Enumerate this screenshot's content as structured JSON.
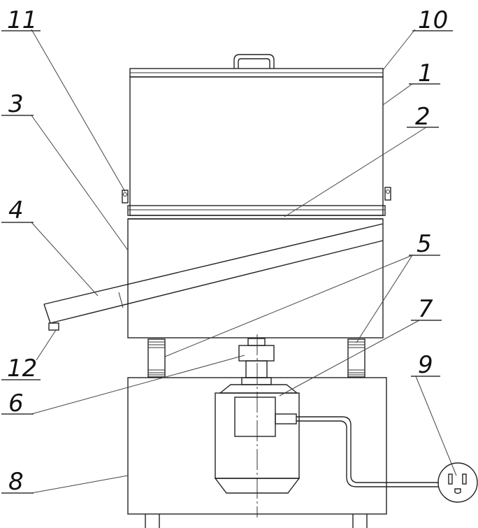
{
  "callouts": [
    {
      "id": "11",
      "text": "11"
    },
    {
      "id": "10",
      "text": "10"
    },
    {
      "id": "1",
      "text": "1"
    },
    {
      "id": "3",
      "text": "3"
    },
    {
      "id": "2",
      "text": "2"
    },
    {
      "id": "4",
      "text": "4"
    },
    {
      "id": "5",
      "text": "5"
    },
    {
      "id": "7",
      "text": "7"
    },
    {
      "id": "12",
      "text": "12"
    },
    {
      "id": "9",
      "text": "9"
    },
    {
      "id": "6",
      "text": "6"
    },
    {
      "id": "8",
      "text": "8"
    }
  ]
}
